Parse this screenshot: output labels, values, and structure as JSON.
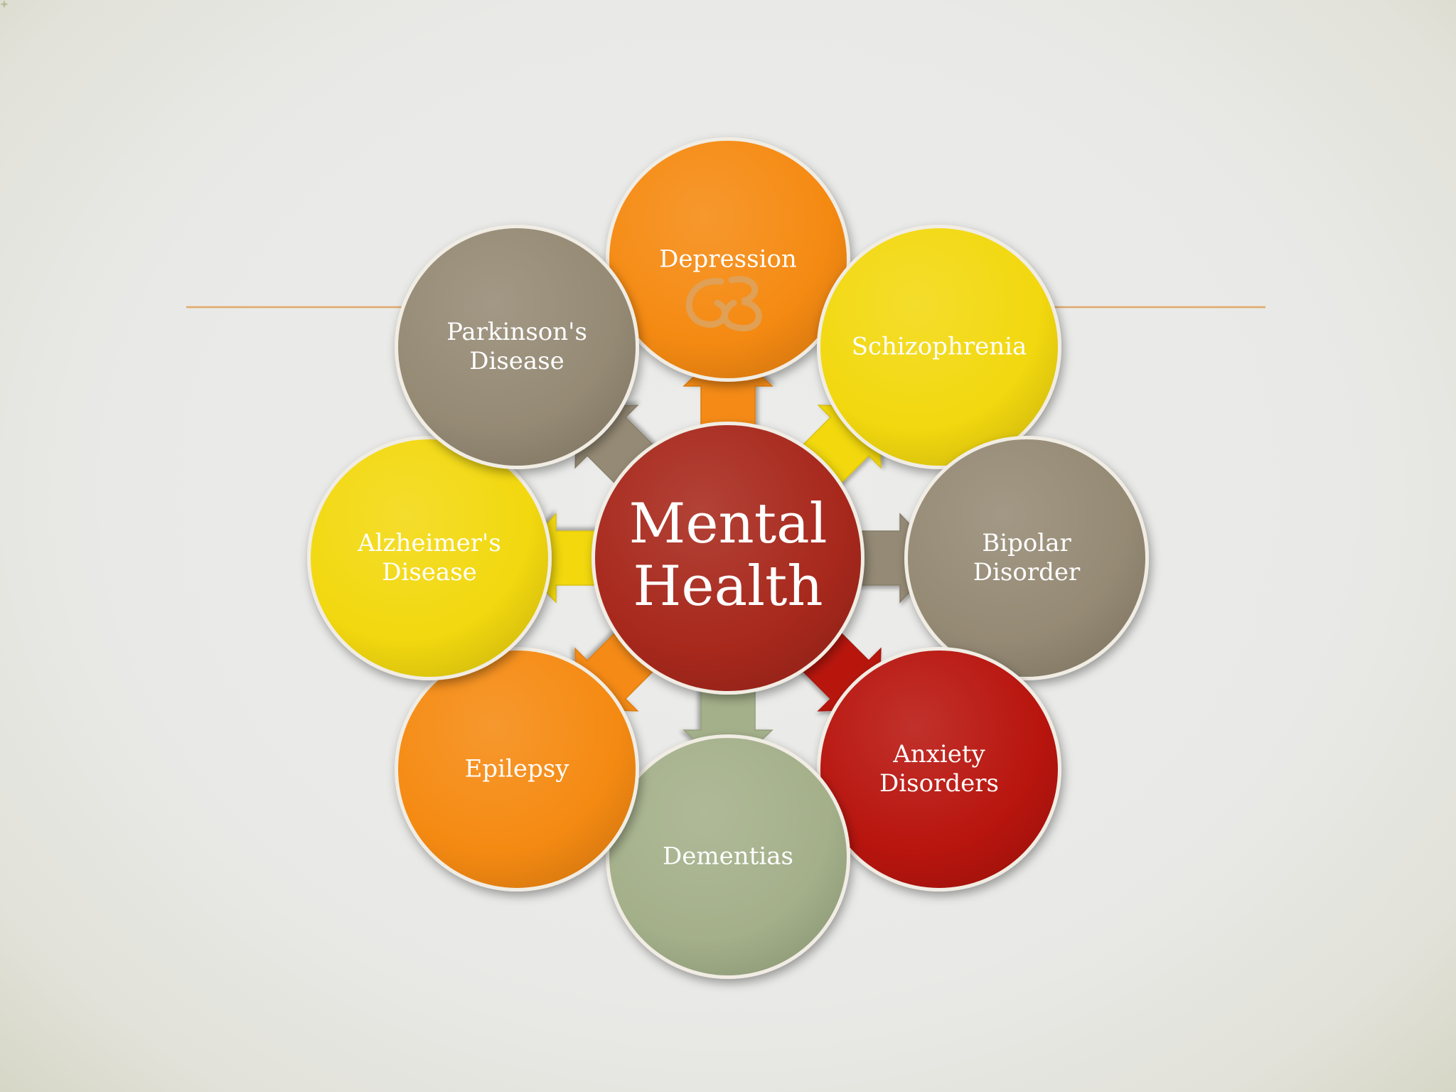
{
  "center": {
    "label": "Mental\nHealth",
    "color": "#a8281c"
  },
  "nodes": [
    {
      "id": "depression",
      "label": "Depression",
      "color": "#f58a12"
    },
    {
      "id": "schizophrenia",
      "label": "Schizophrenia",
      "color": "#f2d80f"
    },
    {
      "id": "bipolar-disorder",
      "label": "Bipolar\nDisorder",
      "color": "#958a74"
    },
    {
      "id": "anxiety-disorders",
      "label": "Anxiety\nDisorders",
      "color": "#b8150e"
    },
    {
      "id": "dementias",
      "label": "Dementias",
      "color": "#a4b08a"
    },
    {
      "id": "epilepsy",
      "label": "Epilepsy",
      "color": "#f58a12"
    },
    {
      "id": "alzheimers-disease",
      "label": "Alzheimer's\nDisease",
      "color": "#f2d80f"
    },
    {
      "id": "parkinsons-disease",
      "label": "Parkinson's\nDisease",
      "color": "#958a74"
    }
  ],
  "theme": {
    "accent_line_color": "#e0a96a",
    "ornament_color": "#e0a055"
  }
}
